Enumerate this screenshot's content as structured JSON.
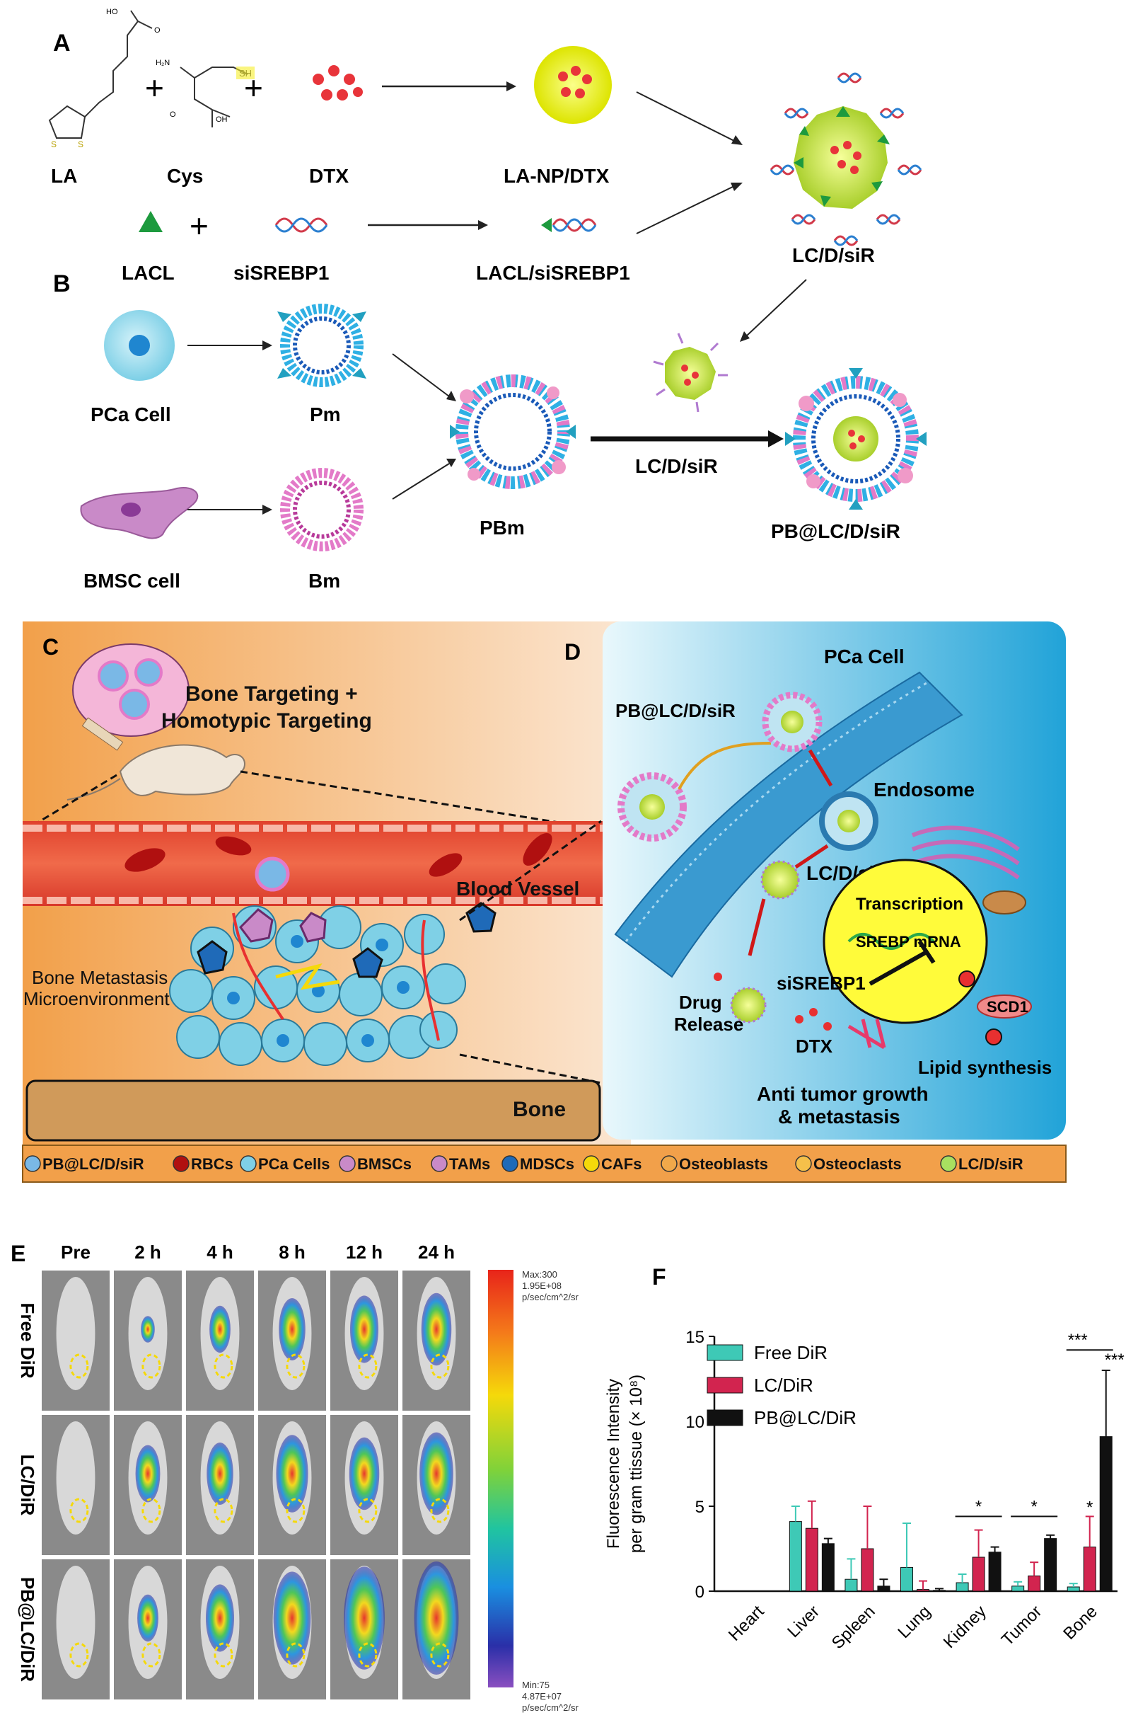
{
  "panelA": {
    "letter": "A",
    "labels": {
      "la": "LA",
      "cys": "Cys",
      "dtx": "DTX",
      "lanp": "LA-NP/DTX",
      "lacl": "LACL",
      "sirna": "siSREBP1",
      "complex": "LACL/siSREBP1",
      "lcd": "LC/D/siR"
    },
    "struct": {
      "ho": "HO",
      "h2n": "H₂N",
      "sh": "SH",
      "oh": "OH",
      "o": "O",
      "s": "S"
    }
  },
  "panelB": {
    "letter": "B",
    "labels": {
      "pca": "PCa Cell",
      "pm": "Pm",
      "bmsc": "BMSC cell",
      "bm": "Bm",
      "pbm": "PBm",
      "arrow": "LC/D/siR",
      "product": "PB@LC/D/siR"
    }
  },
  "panelC": {
    "letter": "C",
    "title1": "Bone Targeting +",
    "title2": "Homotypic Targeting",
    "vessel": "Blood Vessel",
    "micro1": "Bone Metastasis",
    "micro2": "Microenvironment",
    "bone": "Bone"
  },
  "panelD": {
    "letter": "D",
    "pca": "PCa Cell",
    "pb": "PB@LC/D/siR",
    "endosome": "Endosome",
    "lcd": "LC/D/siR",
    "transcription": "Transcription",
    "mrna": "SREBP mRNA",
    "sirna": "siSREBP1",
    "drug1": "Drug",
    "drug2": "Release",
    "dtx": "DTX",
    "scd1": "SCD1",
    "lipid": "Lipid synthesis",
    "anti1": "Anti tumor growth",
    "anti2": "& metastasis"
  },
  "legendBar": {
    "items": [
      "PB@LC/D/siR",
      "RBCs",
      "PCa Cells",
      "BMSCs",
      "TAMs",
      "MDSCs",
      "CAFs",
      "Osteoblasts",
      "Osteoclasts",
      "LC/D/siR"
    ]
  },
  "panelE": {
    "letter": "E",
    "timepoints": [
      "Pre",
      "2 h",
      "4 h",
      "8 h",
      "12 h",
      "24 h"
    ],
    "rows": [
      "Free DiR",
      "LC/DiR",
      "PB@LC/DiR"
    ],
    "scale_max": [
      "Max:300",
      "1.95E+08",
      "p/sec/cm^2/sr"
    ],
    "scale_min": [
      "Min:75",
      "4.87E+07",
      "p/sec/cm^2/sr"
    ],
    "intensity": [
      [
        0,
        0.15,
        0.35,
        0.5,
        0.55,
        0.6
      ],
      [
        0,
        0.45,
        0.5,
        0.65,
        0.6,
        0.7
      ],
      [
        0,
        0.35,
        0.55,
        0.8,
        0.9,
        1.0
      ]
    ],
    "colors": {
      "hot": "#e8241a",
      "warm": "#f5d90a",
      "mid": "#3fc44a",
      "cool": "#1a8fe0",
      "cold": "#2a2fa8"
    }
  },
  "panelF": {
    "letter": "F",
    "chart_data": {
      "type": "bar",
      "ylabel_line1": "Fluorescence Intensity",
      "ylabel_line2": "per gram ttissue (× 10⁸)",
      "ylim": [
        0,
        15
      ],
      "yticks": [
        0,
        5,
        10,
        15
      ],
      "categories": [
        "Heart",
        "Liver",
        "Spleen",
        "Lung",
        "Kidney",
        "Tumor",
        "Bone"
      ],
      "legend_position": "top-left",
      "series": [
        {
          "name": "Free DiR",
          "color": "#3ec9b6",
          "values": [
            0,
            4.1,
            0.7,
            1.4,
            0.5,
            0.3,
            0.25
          ],
          "errors": [
            0,
            0.9,
            1.2,
            2.6,
            0.5,
            0.25,
            0.2
          ]
        },
        {
          "name": "LC/DiR",
          "color": "#d2244f",
          "values": [
            0,
            3.7,
            2.5,
            0.1,
            2.0,
            0.9,
            2.6
          ],
          "errors": [
            0,
            1.6,
            2.5,
            0.5,
            1.6,
            0.8,
            1.8
          ]
        },
        {
          "name": "PB@LC/DiR",
          "color": "#111111",
          "values": [
            0,
            2.8,
            0.3,
            0.05,
            2.3,
            3.1,
            9.1
          ],
          "errors": [
            0,
            0.3,
            0.4,
            0.1,
            0.3,
            0.2,
            3.9
          ]
        }
      ],
      "significance": [
        {
          "label": "*",
          "category": "Kidney"
        },
        {
          "label": "*",
          "category": "Tumor"
        },
        {
          "label": "***",
          "category": "Bone",
          "type": "bracket"
        },
        {
          "label": "***",
          "category": "Bone",
          "type": "pb-bar"
        },
        {
          "label": "*",
          "category": "Bone",
          "type": "lc-bar"
        }
      ]
    }
  }
}
